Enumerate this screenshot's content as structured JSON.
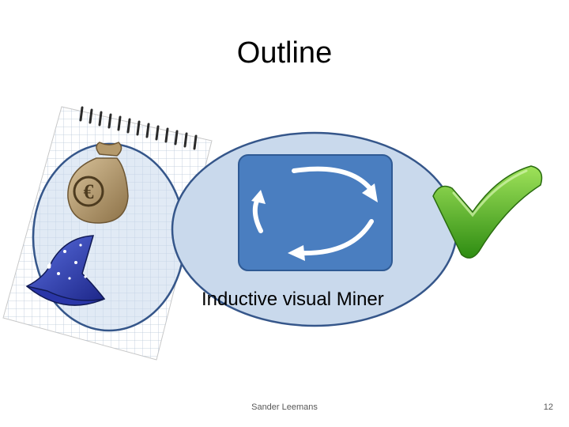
{
  "slide": {
    "title": "Outline",
    "diagram_label": "Inductive visual Miner",
    "footer_author": "Sander Leemans",
    "page_number": "12"
  },
  "icons": {
    "notepad": "notepad-icon",
    "money_bag": "euro-money-bag-icon",
    "wizard_hat": "wizard-hat-icon",
    "refresh": "refresh-cycle-icon",
    "check": "green-checkmark-icon"
  },
  "colors": {
    "ellipse_fill": "#c9d9ec",
    "ellipse_stroke": "#35568a",
    "box_fill": "#4a7ec0",
    "check_green": "#4caf1c"
  }
}
